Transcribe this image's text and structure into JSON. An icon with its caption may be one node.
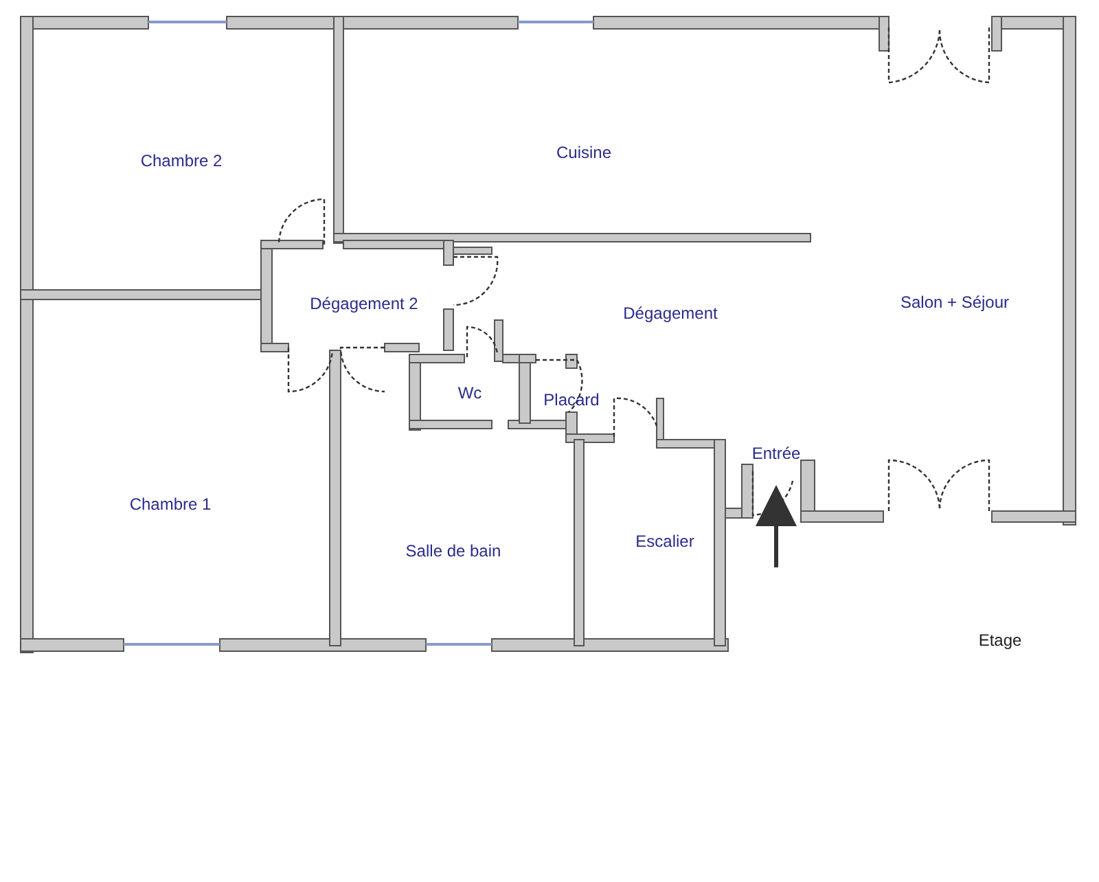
{
  "diagram": {
    "labels": [
      "Chambre 2",
      "Cuisine",
      "Dégagement 2",
      "Dégagement",
      "Salon + Séjour",
      "Wc",
      "Placard",
      "Entrée",
      "Chambre 1",
      "Salle de bain",
      "Escalier",
      "Etage"
    ]
  }
}
